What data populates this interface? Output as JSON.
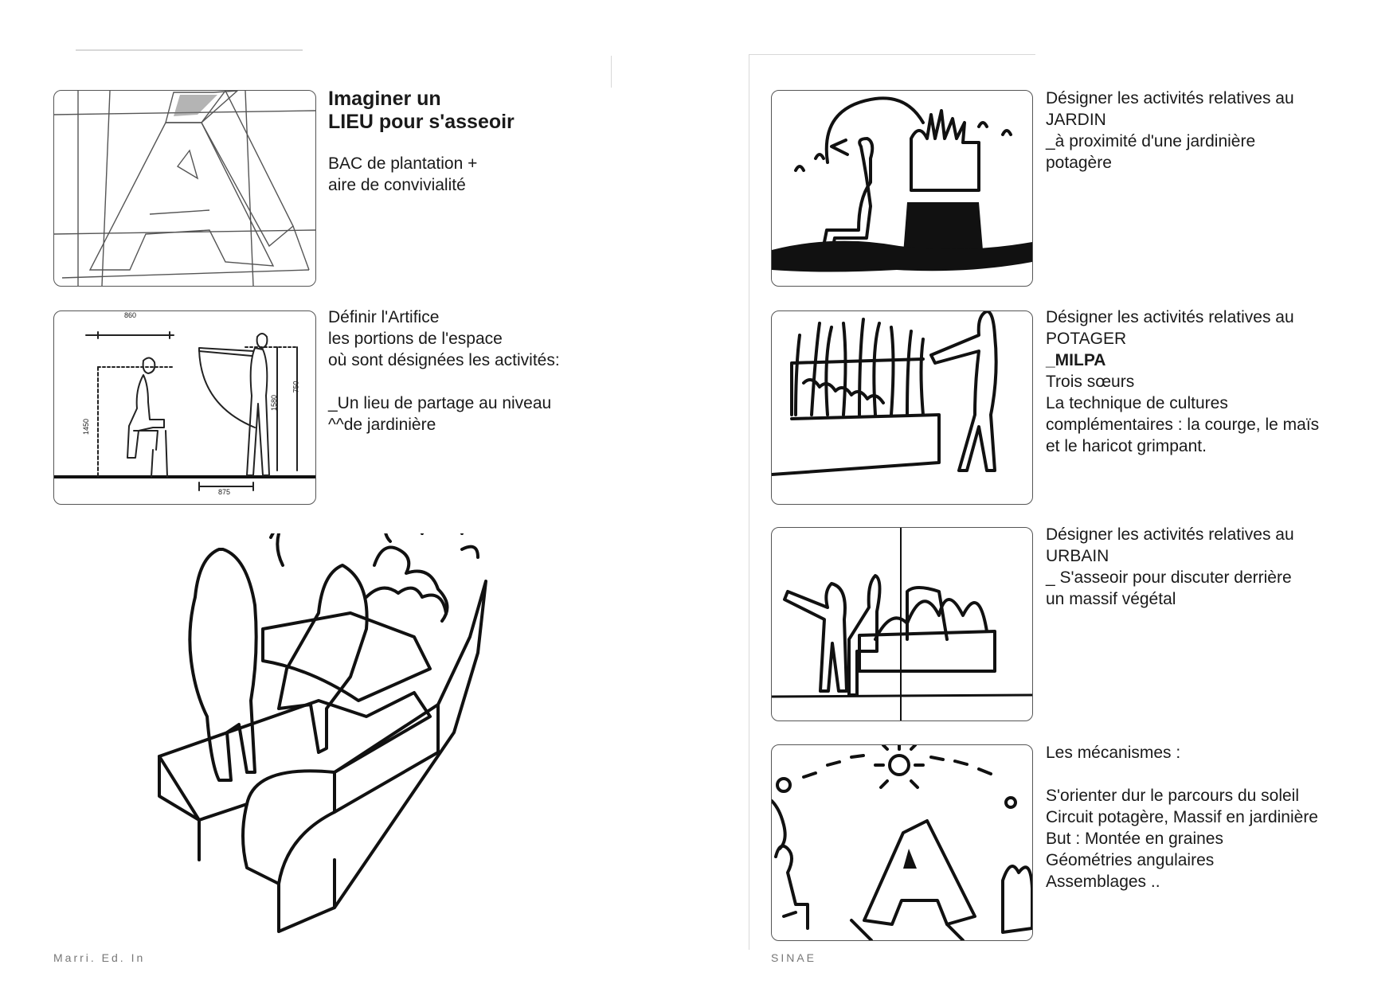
{
  "left": {
    "block1": {
      "title": "Imaginer un\nLIEU pour s'asseoir",
      "body": "BAC de plantation +\naire de convivialité"
    },
    "block2": {
      "body": "Définir l'Artifice\nles portions de l'espace\noù sont désignées les activités:\n\n_Un lieu de partage au niveau\n  ^^de jardinière",
      "dims": {
        "width_top": "860",
        "height_left": "1450",
        "height_mid": "1580",
        "height_right": "750",
        "width_bottom": "875"
      }
    },
    "footer": "Marri. Ed. In"
  },
  "right": {
    "block1": {
      "body": "Désigner les activités relatives au\nJARDIN\n_à proximité d'une jardinière\n  potagère"
    },
    "block2": {
      "lead": "Désigner les activités relatives au\nPOTAGER",
      "emph": "_MILPA",
      "body": " Trois sœurs\nLa technique de cultures\ncomplémentaires : la courge, le maïs\net le haricot grimpant."
    },
    "block3": {
      "body": "Désigner les activités relatives au\nURBAIN\n_ S'asseoir pour discuter derrière\n  un massif végétal"
    },
    "block4": {
      "body": "Les mécanismes :\n\nS'orienter dur le parcours du soleil\nCircuit potagère, Massif en jardinière\nBut : Montée en graines\nGéométries angulaires\nAssemblages .."
    },
    "footer": "SINAE"
  }
}
